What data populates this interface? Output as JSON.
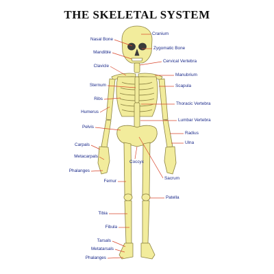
{
  "title": "THE SKELETAL SYSTEM",
  "colors": {
    "bone": "#f2ec9c",
    "outline": "#8a8140",
    "leader": "#d8442a",
    "label": "#1b2a8a"
  },
  "labels": {
    "cranium": "Cranium",
    "nasal_bone": "Nasal Bone",
    "zygomatic_bone": "Zygomatic Bone",
    "mandible": "Mandible",
    "cervical_vertebra": "Cervical Vertebra",
    "clavicle": "Clavicle",
    "manubrium": "Manubrium",
    "sternum": "Sternum",
    "scapula": "Scapula",
    "ribs": "Ribs",
    "thoracic_vertebra": "Thoracic Vertebra",
    "humerus": "Humerus",
    "lumbar_vertebra": "Lumbar Vertebra",
    "pelvis": "Pelvis",
    "radius": "Radius",
    "ulna": "Ulna",
    "carpals": "Carpals",
    "metacarpals": "Metacarpals",
    "phalanges_hand": "Phalanges",
    "coccyx": "Coccyx",
    "sacrum": "Sacrum",
    "femur": "Femur",
    "patella": "Patella",
    "tibia": "Tibia",
    "fibula": "Fibula",
    "tarsals": "Tarsals",
    "metatarsals": "Metatarsals",
    "phalanges_foot": "Phalanges"
  }
}
